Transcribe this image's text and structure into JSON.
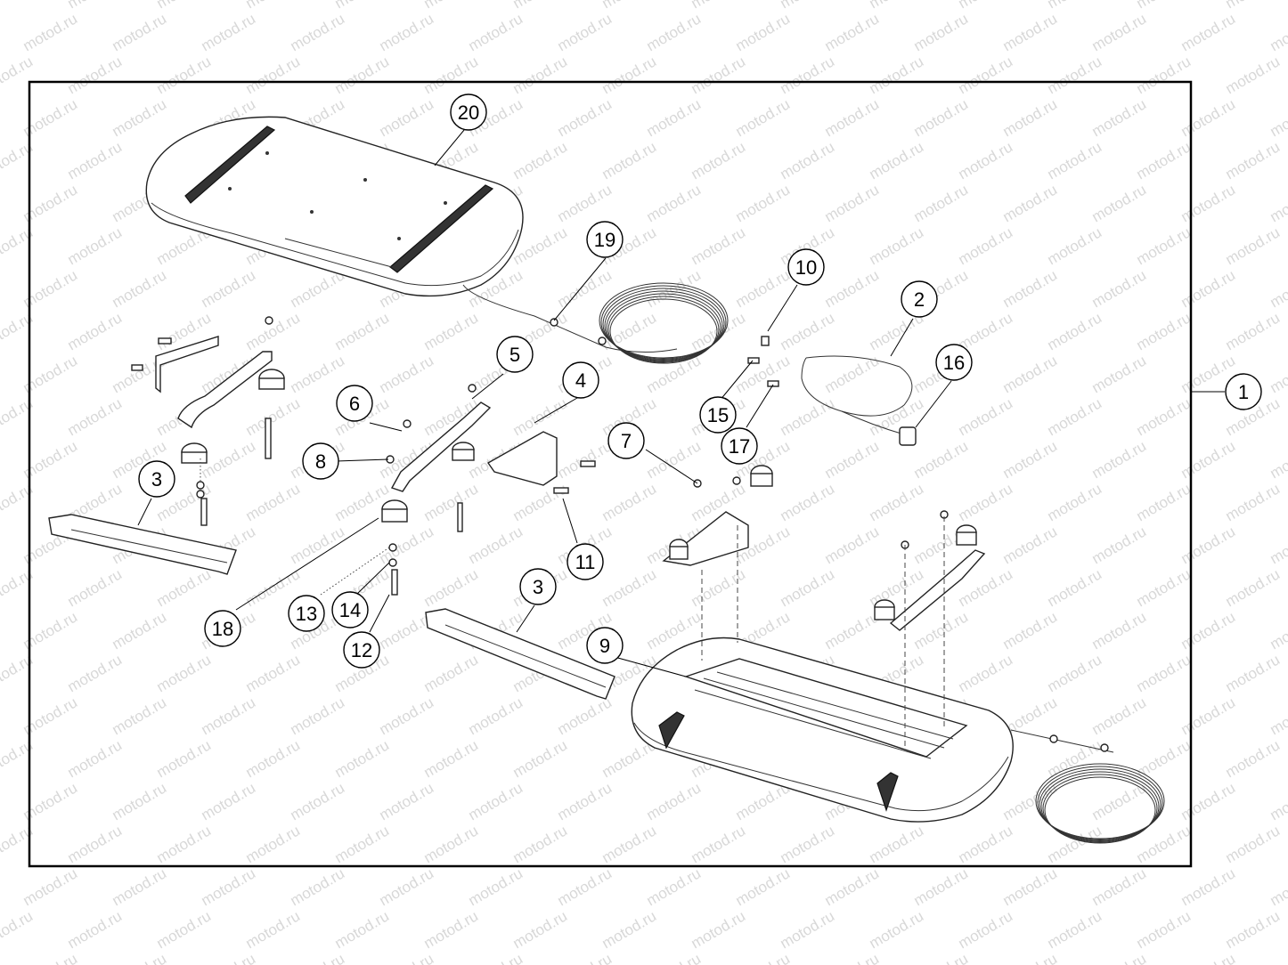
{
  "watermark": {
    "text": "motod.ru"
  },
  "callouts": [
    {
      "id": "c20",
      "label": "20"
    },
    {
      "id": "c19",
      "label": "19"
    },
    {
      "id": "c10",
      "label": "10"
    },
    {
      "id": "c2",
      "label": "2"
    },
    {
      "id": "c16",
      "label": "16"
    },
    {
      "id": "c1",
      "label": "1"
    },
    {
      "id": "c5",
      "label": "5"
    },
    {
      "id": "c4",
      "label": "4"
    },
    {
      "id": "c6",
      "label": "6"
    },
    {
      "id": "c7",
      "label": "7"
    },
    {
      "id": "c15",
      "label": "15"
    },
    {
      "id": "c17",
      "label": "17"
    },
    {
      "id": "c8",
      "label": "8"
    },
    {
      "id": "c3a",
      "label": "3"
    },
    {
      "id": "c11",
      "label": "11"
    },
    {
      "id": "c3b",
      "label": "3"
    },
    {
      "id": "c13",
      "label": "13"
    },
    {
      "id": "c14",
      "label": "14"
    },
    {
      "id": "c18",
      "label": "18"
    },
    {
      "id": "c12",
      "label": "12"
    },
    {
      "id": "c9",
      "label": "9"
    }
  ]
}
